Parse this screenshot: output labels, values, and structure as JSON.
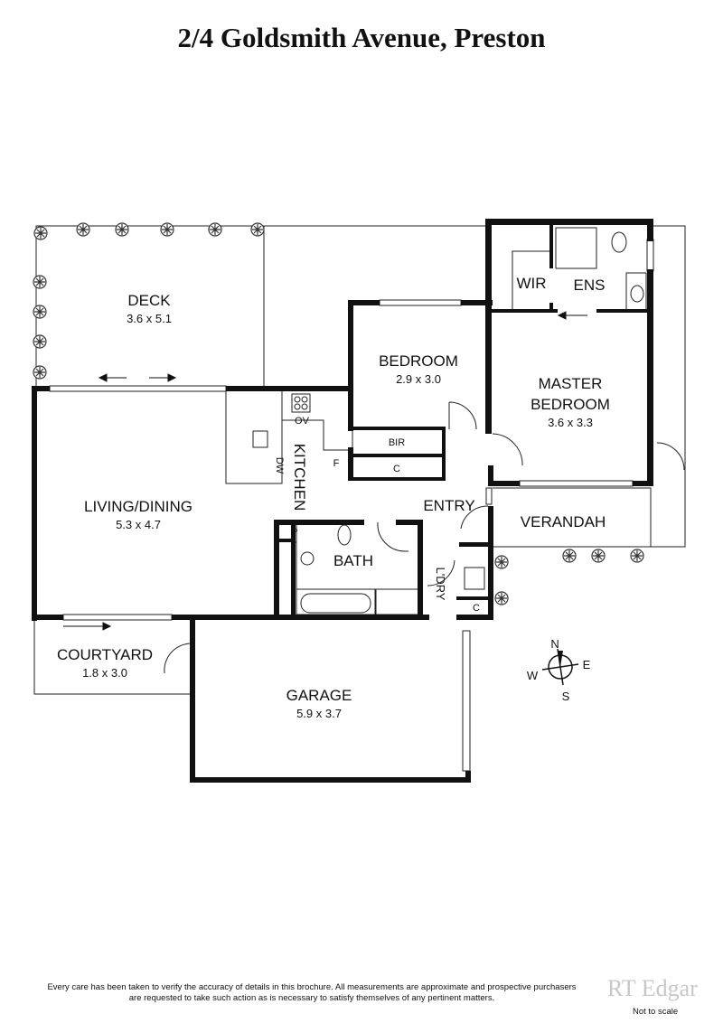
{
  "title": "2/4 Goldsmith Avenue, Preston",
  "rooms": {
    "deck": {
      "name": "DECK",
      "size": "3.6 x 5.1"
    },
    "bedroom": {
      "name": "BEDROOM",
      "size": "2.9 x 3.0"
    },
    "master": {
      "name1": "MASTER",
      "name2": "BEDROOM",
      "size": "3.6 x 3.3"
    },
    "wir": {
      "name": "WIR"
    },
    "ens": {
      "name": "ENS"
    },
    "living": {
      "name": "LIVING/DINING",
      "size": "5.3 x 4.7"
    },
    "kitchen": {
      "name": "KITCHEN"
    },
    "entry": {
      "name": "ENTRY"
    },
    "verandah": {
      "name": "VERANDAH"
    },
    "bath": {
      "name": "BATH"
    },
    "laundry": {
      "name": "L'DRY"
    },
    "courtyard": {
      "name": "COURTYARD",
      "size": "1.8 x 3.0"
    },
    "garage": {
      "name": "GARAGE",
      "size": "5.9 x 3.7"
    }
  },
  "fixtures": {
    "ov": "OV",
    "dw": "DW",
    "fridge": "F",
    "bir": "BIR",
    "cupboard": "C",
    "pantry": "P",
    "laundry_cupboard": "C"
  },
  "compass": {
    "n": "N",
    "e": "E",
    "s": "S",
    "w": "W"
  },
  "footer": {
    "disclaimer_line1": "Every care has been taken to verify the accuracy of details in this brochure.  All measurements are approximate and prospective purchasers",
    "disclaimer_line2": "are requested to take such action as is necessary to satisfy themselves of any pertinent matters.",
    "watermark": "RT Edgar",
    "not_to_scale": "Not to scale"
  }
}
